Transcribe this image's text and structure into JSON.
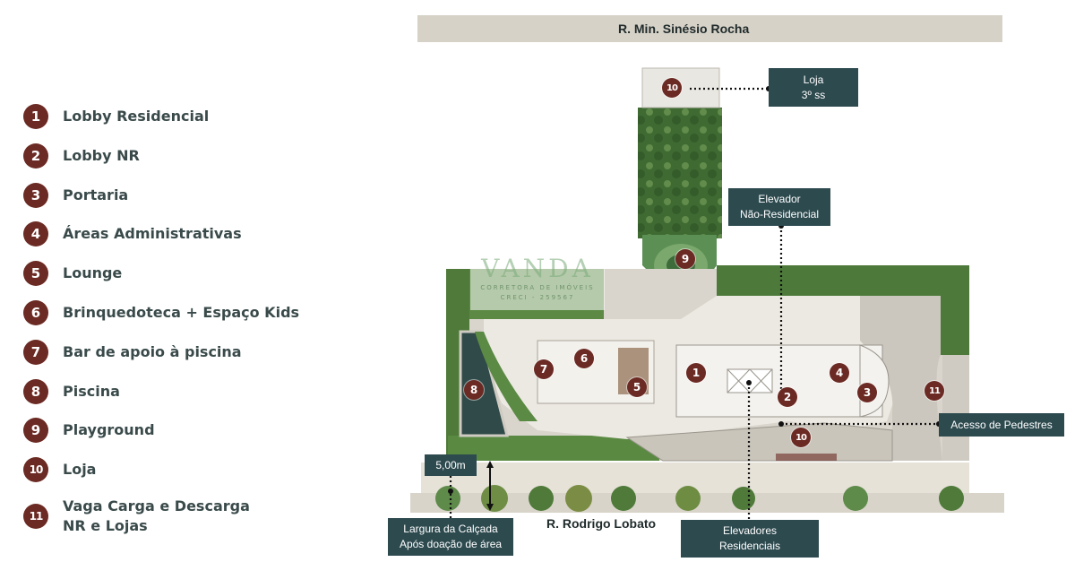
{
  "legend": [
    {
      "num": "1",
      "label": "Lobby Residencial"
    },
    {
      "num": "2",
      "label": "Lobby NR"
    },
    {
      "num": "3",
      "label": "Portaria"
    },
    {
      "num": "4",
      "label": "Áreas Administrativas"
    },
    {
      "num": "5",
      "label": "Lounge"
    },
    {
      "num": "6",
      "label": "Brinquedoteca + Espaço Kids"
    },
    {
      "num": "7",
      "label": "Bar de apoio à piscina"
    },
    {
      "num": "8",
      "label": "Piscina"
    },
    {
      "num": "9",
      "label": "Playground"
    },
    {
      "num": "10",
      "label": "Loja"
    },
    {
      "num": "11",
      "label": "Vaga Carga e Descarga NR e Lojas"
    }
  ],
  "streets": {
    "top": "R. Min. Sinésio Rocha",
    "bottom": "R. Rodrigo Lobato"
  },
  "callouts": {
    "loja_line1": "Loja",
    "loja_line2": "3º ss",
    "elevador_nr_line1": "Elevador",
    "elevador_nr_line2": "Não-Residencial",
    "acesso_pedestres": "Acesso de Pedestres",
    "calcada_width": "5,00m",
    "calcada_line1": "Largura da Calçada",
    "calcada_line2": "Após doação de área",
    "elevadores_res_line1": "Elevadores",
    "elevadores_res_line2": "Residenciais"
  },
  "markers": [
    "10",
    "9",
    "7",
    "6",
    "8",
    "5",
    "1",
    "4",
    "2",
    "3",
    "11",
    "10"
  ],
  "watermark": {
    "title": "VANDA",
    "subtitle": "CORRETORA DE IMÓVEIS",
    "creci": "CRECI - 259567"
  },
  "colors": {
    "marker": "#6b2a23",
    "callout": "#2d4a4f",
    "street": "#d6d2c8",
    "vegetation": "#4f7a3a"
  }
}
